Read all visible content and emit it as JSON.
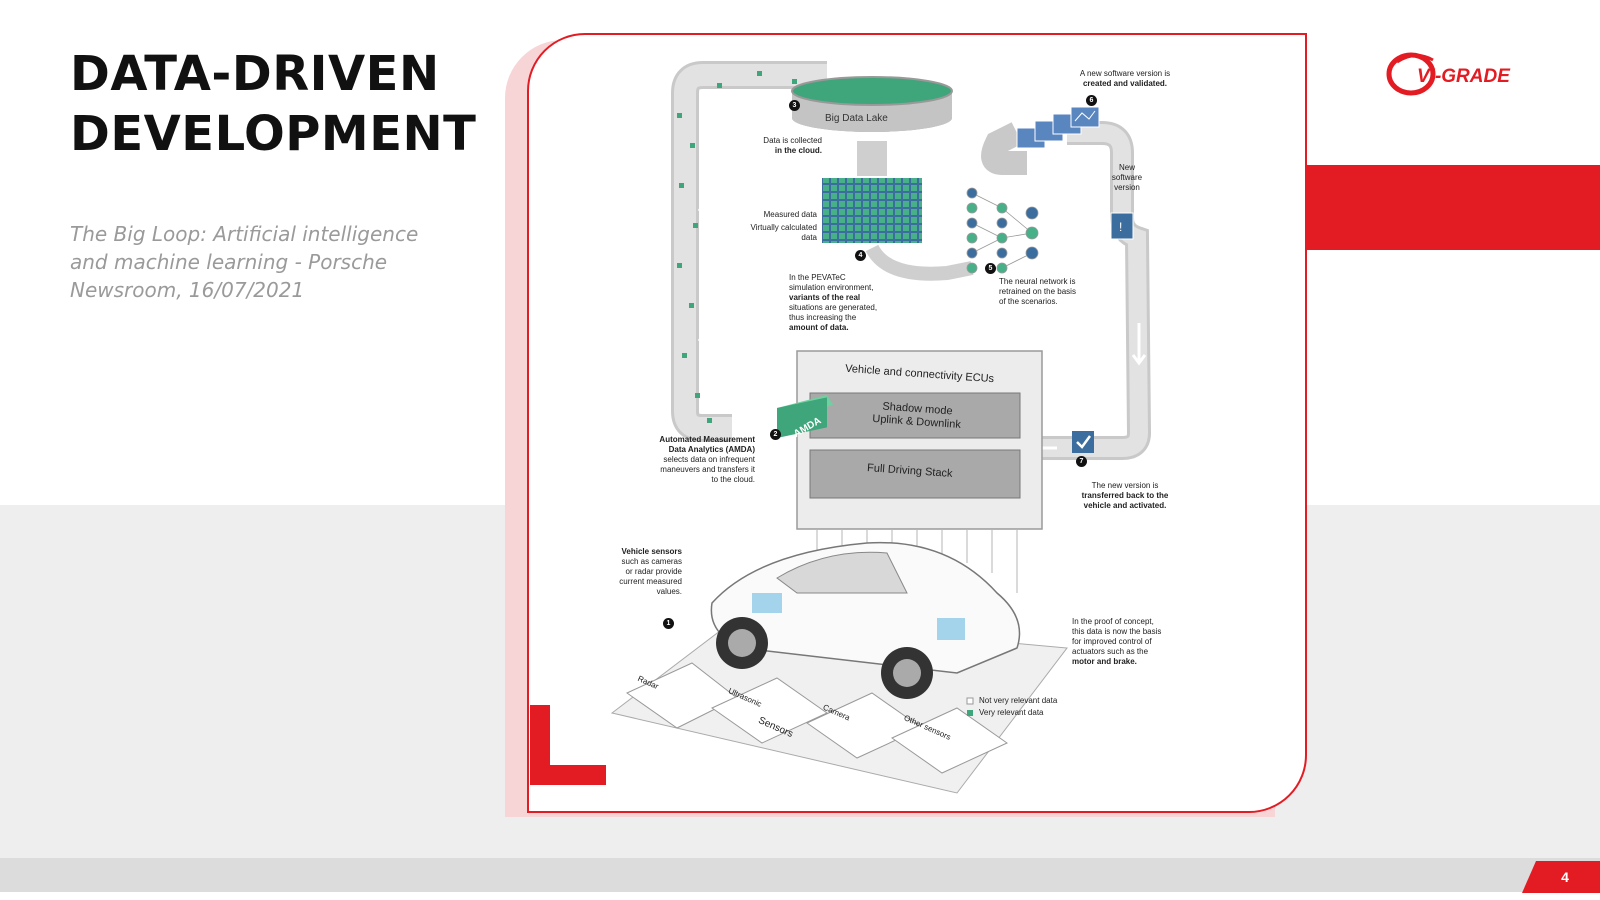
{
  "slide": {
    "title_line1": "DATA-DRIVEN",
    "title_line2": "DEVELOPMENT",
    "subtitle": "The Big Loop: Artificial intelligence and machine learning - Porsche Newsroom, 16/07/2021",
    "page_number": "4",
    "logo_text": "VI-GRADE"
  },
  "diagram": {
    "big_data_lake": "Big Data Lake",
    "ecu_title": "Vehicle and connectivity ECUs",
    "shadow_mode_1": "Shadow mode",
    "shadow_mode_2": "Uplink & Downlink",
    "full_stack": "Full Driving Stack",
    "amda_box": "AMDA",
    "sensors_title": "Sensors",
    "sensor_radar": "Radar",
    "sensor_ultrasonic": "Ultrasonic",
    "sensor_camera": "Camera",
    "sensor_other": "Other sensors",
    "step_numbers": [
      "1",
      "2",
      "3",
      "4",
      "5",
      "6",
      "7"
    ],
    "note_cloud_1": "Data is collected",
    "note_cloud_2": "in the cloud.",
    "note_measured": "Measured data",
    "note_virtual_1": "Virtually calculated",
    "note_virtual_2": "data",
    "note_new_sw_1": "A new software version is",
    "note_new_sw_2": "created and validated.",
    "note_new_version_1": "New",
    "note_new_version_2": "software",
    "note_new_version_3": "version",
    "note_pevatec_1": "In the PEVATeC",
    "note_pevatec_2": "simulation environment,",
    "note_pevatec_3": "variants of the real",
    "note_pevatec_4": "situations are generated,",
    "note_pevatec_5": "thus increasing the",
    "note_pevatec_6": "amount of data.",
    "note_nn_1": "The neural network is",
    "note_nn_2": "retrained on the basis",
    "note_nn_3": "of the scenarios.",
    "note_amda_1": "Automated Measurement",
    "note_amda_2": "Data Analytics (AMDA)",
    "note_amda_3": "selects data on infrequent",
    "note_amda_4": "maneuvers and transfers it",
    "note_amda_5": "to the cloud.",
    "note_transfer_1": "The new version is",
    "note_transfer_2": "transferred back to the",
    "note_transfer_3": "vehicle and activated.",
    "note_sensors_1": "Vehicle sensors",
    "note_sensors_2": "such as cameras",
    "note_sensors_3": "or radar provide",
    "note_sensors_4": "current measured",
    "note_sensors_5": "values.",
    "note_proof_1": "In the proof of concept,",
    "note_proof_2": "this data is now the basis",
    "note_proof_3": "for improved control of",
    "note_proof_4": "actuators such as the",
    "note_proof_5": "motor and brake.",
    "legend_not_relevant": "Not very relevant data",
    "legend_relevant": "Very relevant data"
  },
  "colors": {
    "accent": "#e31c23",
    "data_green": "#3fa57a",
    "band_grey": "#eeeeee"
  }
}
